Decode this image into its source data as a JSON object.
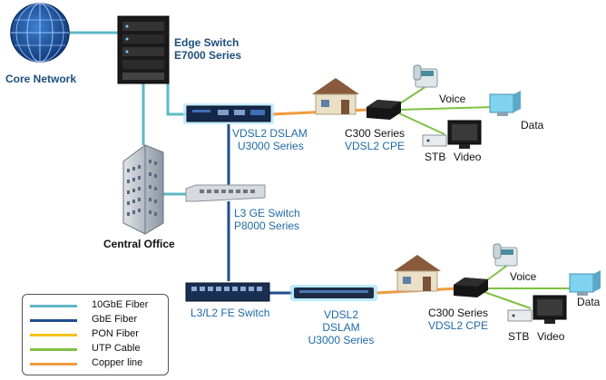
{
  "nodes": {
    "core_network": "Core Network",
    "edge_switch": [
      "Edge  Switch",
      "E7000 Series"
    ],
    "central_office": "Central Office",
    "dslam_top": [
      "VDSL2 DSLAM",
      "U3000 Series"
    ],
    "l3_switch": [
      "L3 GE Switch",
      "P8000 Series"
    ],
    "l3l2_switch": "L3/L2 FE Switch",
    "dslam_bottom": [
      "VDSL2",
      "DSLAM",
      "U3000 Series"
    ],
    "cpe_top": [
      "C300 Series",
      "VDSL2 CPE"
    ],
    "cpe_bottom": [
      "C300 Series",
      "VDSL2 CPE"
    ],
    "voice_top": "Voice",
    "data_top": "Data",
    "stb_top": "STB",
    "video_top": "Video",
    "voice_bottom": "Voice",
    "data_bottom": "Data",
    "stb_bottom": "STB",
    "video_bottom": "Video"
  },
  "legend": [
    {
      "label": "10GbE Fiber",
      "color": "#5fb8c4"
    },
    {
      "label": "GbE Fiber",
      "color": "#1f4e8c"
    },
    {
      "label": "PON Fiber",
      "color": "#f2c21a"
    },
    {
      "label": "UTP Cable",
      "color": "#7ec244"
    },
    {
      "label": "Copper line",
      "color": "#f09a3e"
    }
  ]
}
